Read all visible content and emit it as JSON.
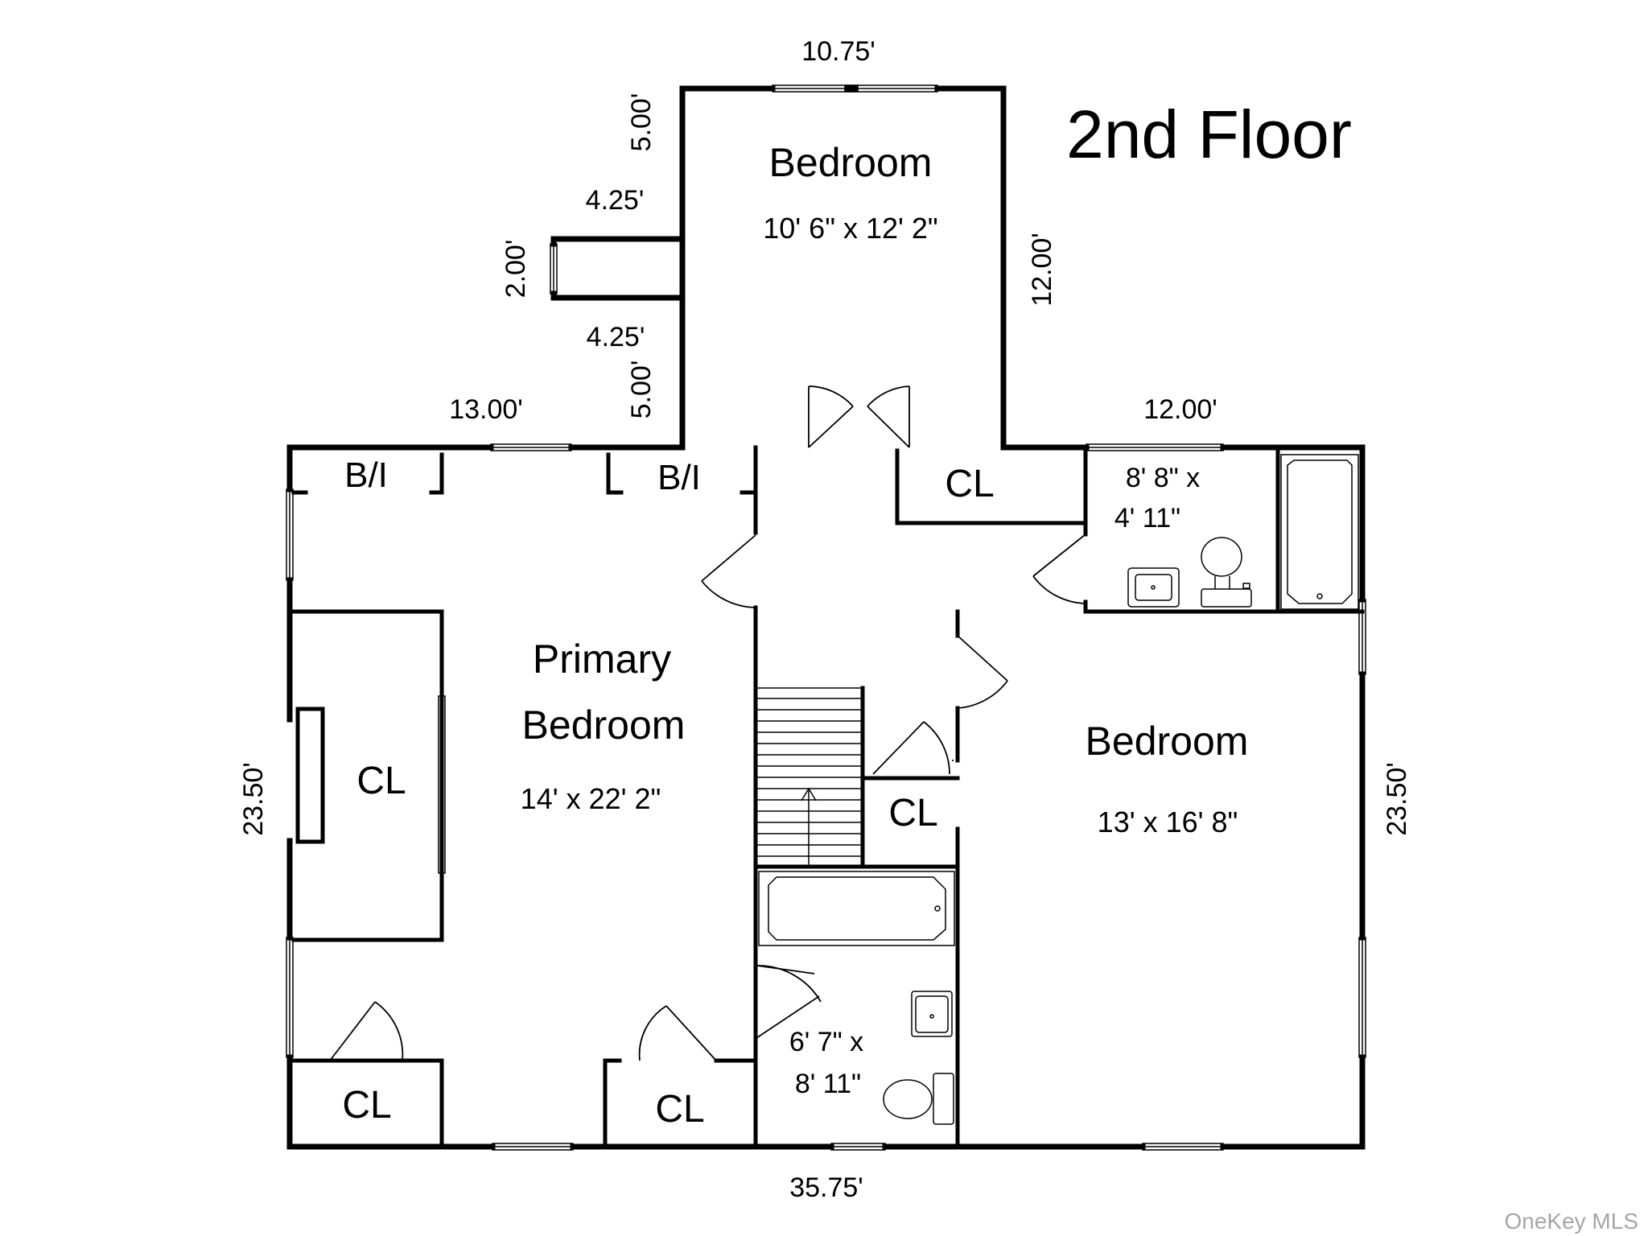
{
  "title": "2nd Floor",
  "watermark": "OneKey MLS",
  "colors": {
    "wall": "#000000",
    "background": "#ffffff",
    "watermark": "#a6a6a6"
  },
  "rooms": {
    "bedroom_top": {
      "name": "Bedroom",
      "size": "10' 6\" x 12' 2\""
    },
    "primary_bedroom": {
      "name_line1": "Primary",
      "name_line2": "Bedroom",
      "size": "14' x 22' 2\""
    },
    "bedroom_right": {
      "name": "Bedroom",
      "size": "13' x 16' 8\""
    },
    "bath_top": {
      "size_line1": "8' 8\" x",
      "size_line2": "4' 11\""
    },
    "bath_lower": {
      "size_line1": "6' 7\" x",
      "size_line2": "8' 11\""
    }
  },
  "labels": {
    "closet": "CL",
    "built_in": "B/I"
  },
  "dimensions": {
    "top_bedroom_width": "10.75'",
    "top_left_upper": "5.00'",
    "top_left_step_upper": "4.25'",
    "top_left_window": "2.00'",
    "top_left_step_lower": "4.25'",
    "top_left_lower": "5.00'",
    "top_bedroom_depth": "12.00'",
    "main_left_top": "13.00'",
    "main_right_top": "12.00'",
    "main_left_side": "23.50'",
    "main_right_side": "23.50'",
    "main_bottom": "35.75'"
  }
}
